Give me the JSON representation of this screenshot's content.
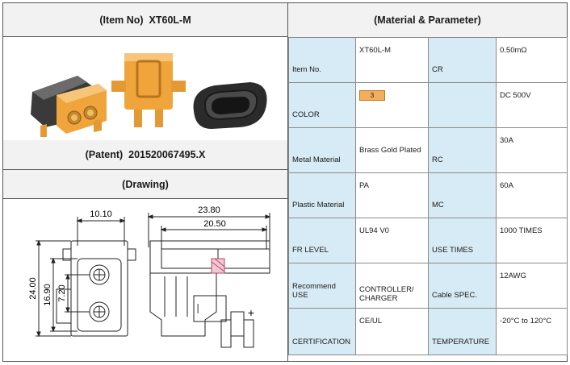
{
  "left": {
    "item_label": "(Item No)",
    "item_value": "XT60L-M",
    "patent_label": "(Patent)",
    "patent_value": "201520067495.X",
    "drawing_label": "(Drawing)"
  },
  "drawing": {
    "dim_width_front": "10.10",
    "dim_total_height": "24.00",
    "dim_inner_height": "16.90",
    "dim_pin_pitch": "7.20",
    "dim_length_total": "23.80",
    "dim_length_inner": "20.50",
    "side_mark_minus": "—",
    "side_mark_plus": "+"
  },
  "right": {
    "title": "(Material & Parameter)",
    "rows": [
      {
        "l1": "Item No.",
        "v1": "XT60L-M",
        "l2": "CR",
        "v2": "0.50mΩ"
      },
      {
        "l1": "COLOR",
        "v1": "3",
        "l2": "",
        "v2": "DC 500V"
      },
      {
        "l1": "Metal Material",
        "v1": "Brass Gold Plated",
        "l2": "RC",
        "v2": "30A"
      },
      {
        "l1": "Plastic Material",
        "v1": "PA",
        "l2": "MC",
        "v2": "60A"
      },
      {
        "l1": "FR LEVEL",
        "v1": "UL94 V0",
        "l2": "USE TIMES",
        "v2": "1000 TIMES"
      },
      {
        "l1": "Recommend USE",
        "v1": "CONTROLLER/ CHARGER",
        "l2": "Cable SPEC.",
        "v2": "12AWG"
      },
      {
        "l1": "CERTIFICATION",
        "v1": "CE/UL",
        "l2": "TEMPERATURE",
        "v2": "-20°C to 120°C"
      }
    ]
  },
  "colors": {
    "label_bg": "#d7ebf6",
    "connector_yellow": "#f0a53c",
    "cap_black": "#2b2b2b",
    "color_swatch": "#f4ad5a"
  }
}
